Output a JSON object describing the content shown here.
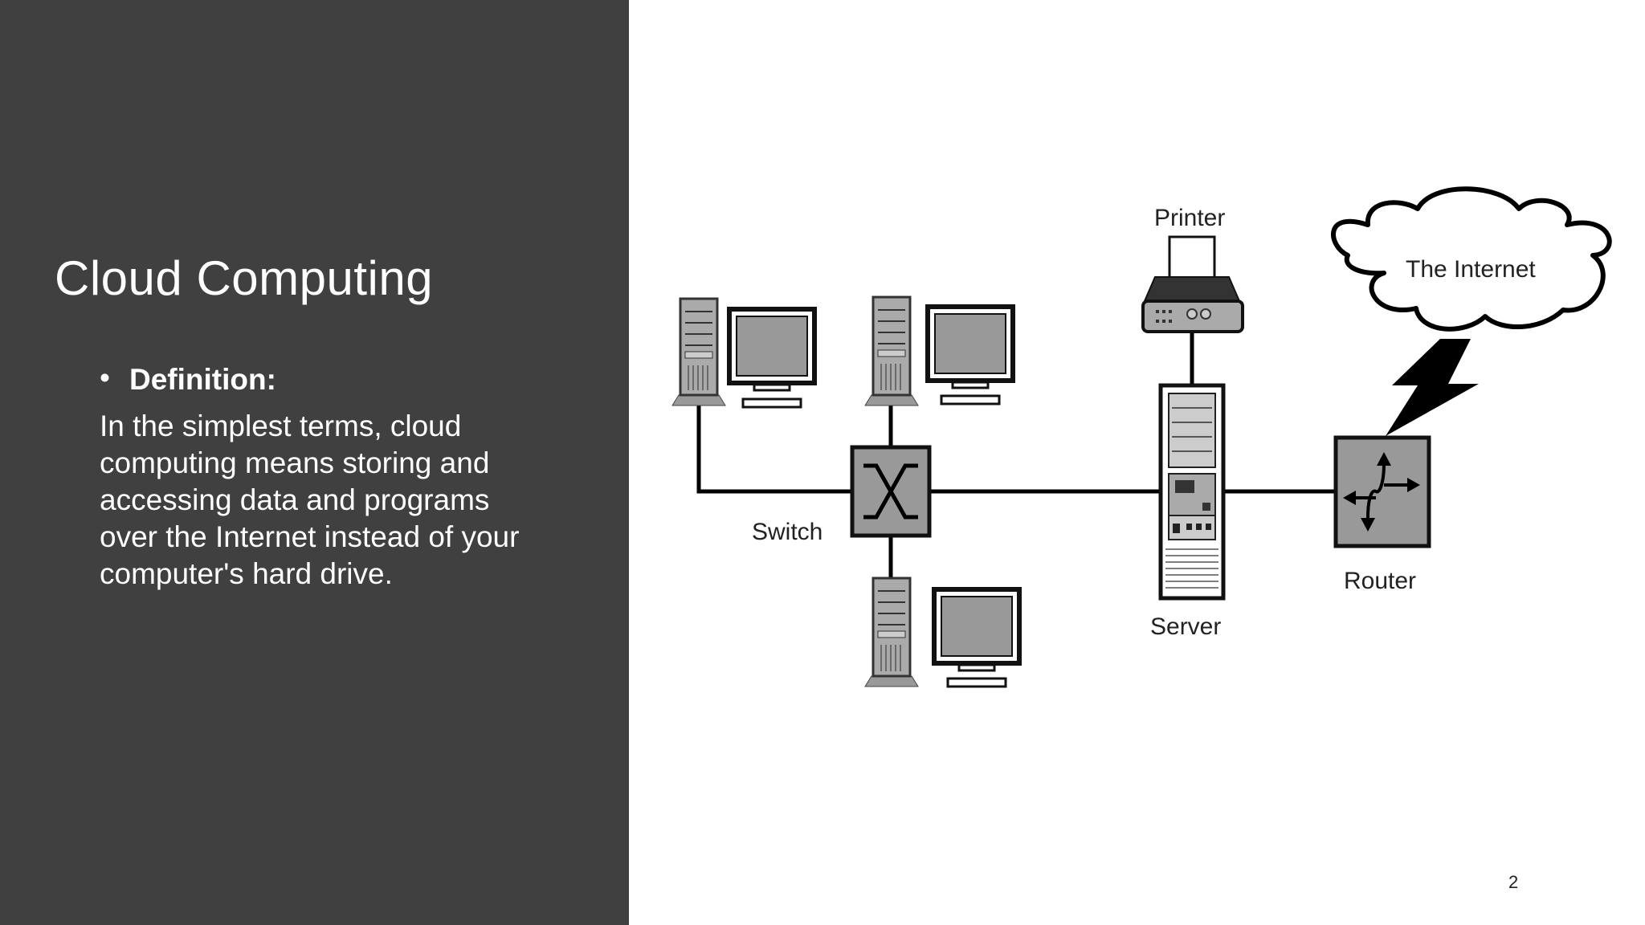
{
  "slide": {
    "title": "Cloud Computing",
    "bullet_label": "Definition:",
    "body": "In the simplest terms, cloud computing means storing and accessing data and programs over the Internet instead of your computer's hard drive.",
    "page_number": "2"
  },
  "diagram": {
    "labels": {
      "printer": "Printer",
      "internet": "The Internet",
      "switch": "Switch",
      "server": "Server",
      "router": "Router"
    }
  },
  "colors": {
    "panel_background": "#404040",
    "slide_background": "#ffffff",
    "device_gray": "#999999"
  }
}
